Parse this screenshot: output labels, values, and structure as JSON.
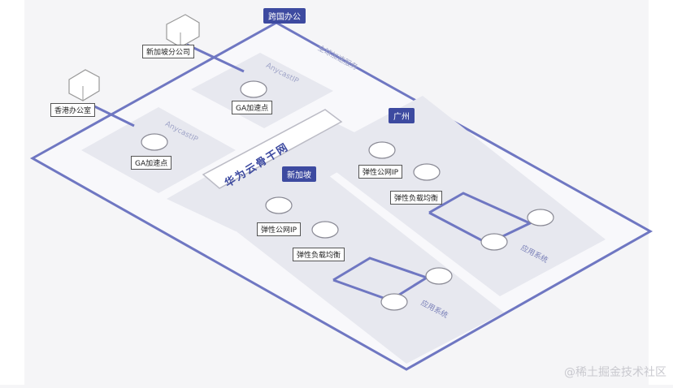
{
  "regions": {
    "cross_office": "跨国办公",
    "guangzhou": "广州",
    "singapore": "新加坡"
  },
  "offices": {
    "singapore_branch": "新加坡分公司",
    "hongkong_office": "香港办公室"
  },
  "service": "全球加速服务",
  "anycast_ip": "AnycastIP",
  "ga_point": "GA加速点",
  "backbone": "华为云骨干网",
  "eip": "弹性公网IP",
  "elb": "弹性负载均衡",
  "app_system": "应用系统",
  "watermark": "@稀土掘金技术社区",
  "colors": {
    "accent": "#3d4aa0",
    "line": "#6f77c2",
    "zone": "#e6e7ef"
  }
}
